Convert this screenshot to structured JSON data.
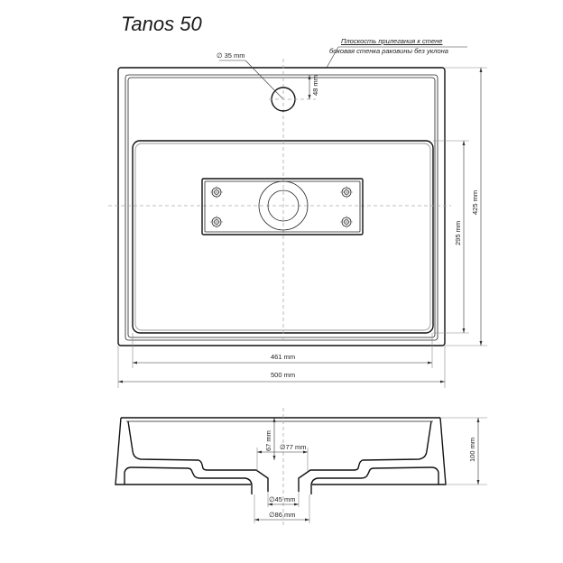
{
  "title": "Tanos 50",
  "notes": {
    "line1": "Плоскость прилегания к стене",
    "line2": "боковая стенка раковины без уклона"
  },
  "top_view": {
    "faucet_hole_diameter": "∅ 35 mm",
    "faucet_hole_offset": "48 mm",
    "bowl_length": "295 mm",
    "overall_depth": "425 mm",
    "bowl_width": "461 mm",
    "overall_width": "500 mm"
  },
  "side_view": {
    "bowl_depth": "67 mm",
    "drain_upper_diameter": "∅77 mm",
    "drain_inner_diameter": "∅45 mm",
    "drain_outer_diameter": "∅86 mm",
    "overall_height": "100 mm"
  },
  "colors": {
    "line": "#111111",
    "centerline": "#aaaaaa",
    "background": "#ffffff"
  }
}
